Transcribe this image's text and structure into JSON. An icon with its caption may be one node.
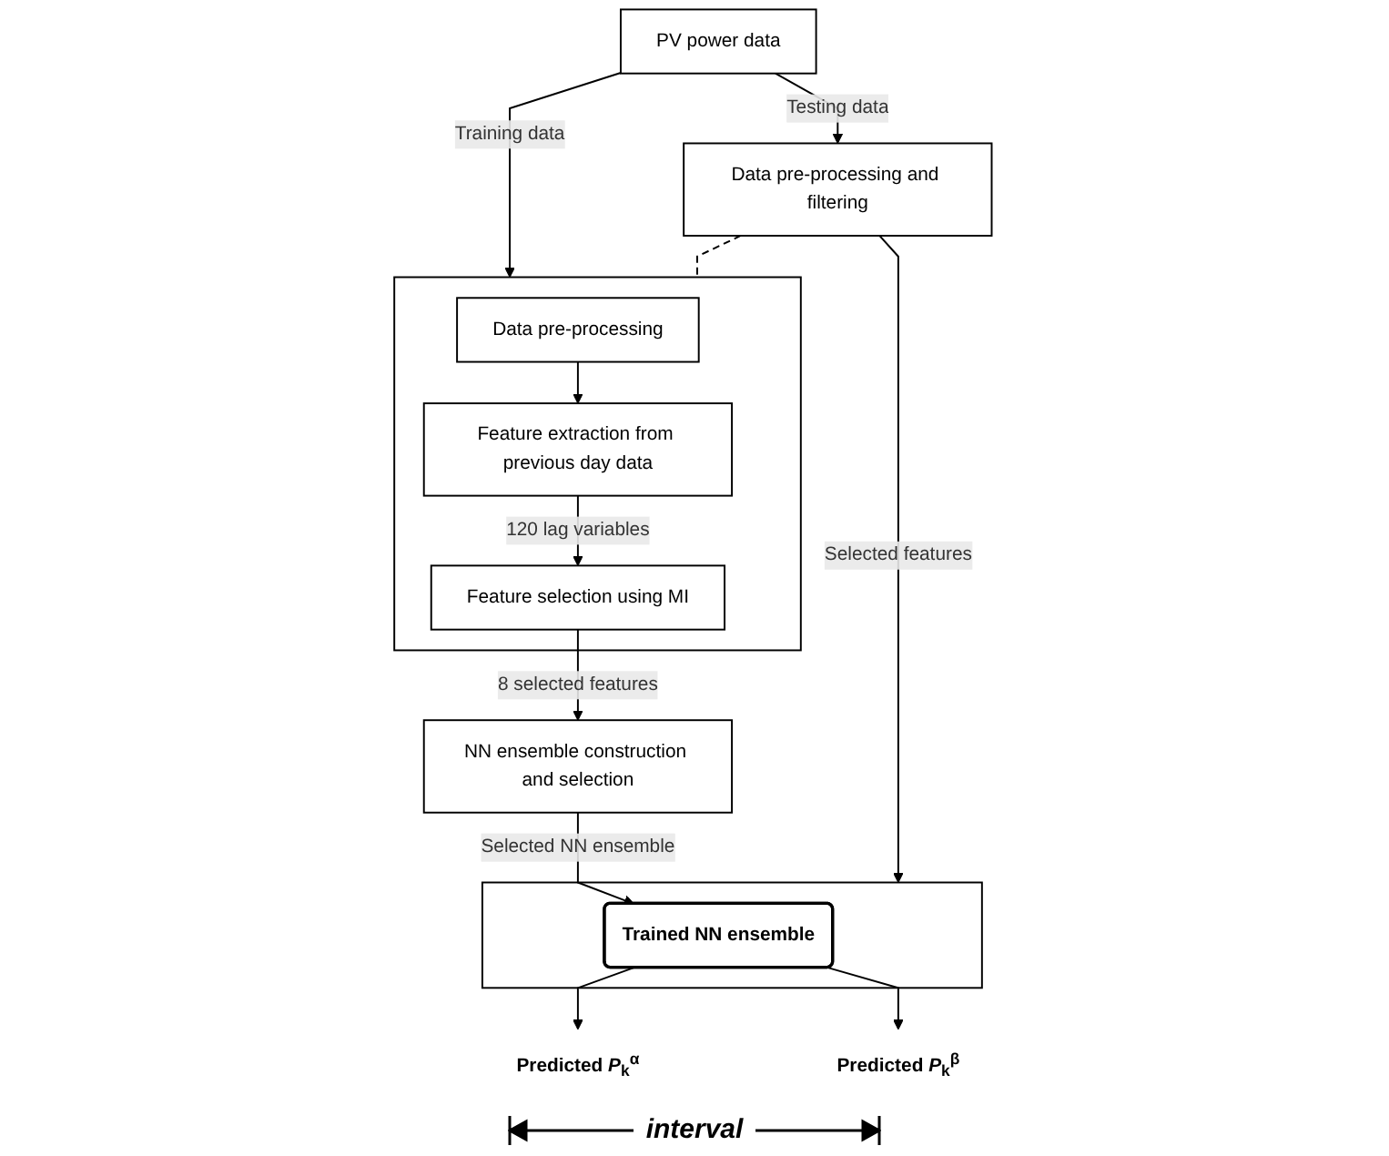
{
  "diagram": {
    "nodes": [
      {
        "text": [
          "PV power data"
        ]
      },
      {
        "text": [
          "Data pre-processing and filtering"
        ]
      },
      {
        "text": [],
        "shape": "box"
      },
      {
        "text": [
          "Data pre-processing"
        ],
        "in": 2
      },
      {
        "text": [
          "Feature extraction from previous day data"
        ],
        "in": 2
      },
      {
        "text": [
          "Feature selection using MI"
        ],
        "in": 2
      },
      {
        "text": [
          "NN ensemble construction and selection"
        ]
      },
      {
        "text": [],
        "shape": "box"
      },
      {
        "text": [
          "Trained NN ensemble"
        ],
        "in": 7
      },
      {
        "text": [
          "Predicted *P*$_{k}$$^{α}$"
        ]
      },
      {
        "text": [
          "Predicted *P*$_{k}$$^{β}$"
        ]
      }
    ],
    "edges": [
      {
        "from": 0,
        "to": 2,
        "arrow": "to",
        "label": "Training data"
      },
      {
        "from": 0,
        "to": 1,
        "arrow": "to",
        "label": "Testing data"
      },
      {
        "from": 1,
        "to": 2,
        "arrow": "none",
        "style": "dashed"
      },
      {
        "from": 3,
        "to": 4,
        "arrow": "to"
      },
      {
        "from": 4,
        "to": 5,
        "arrow": "to",
        "label": "120 lag variables"
      },
      {
        "from": 5,
        "to": 6,
        "arrow": "to",
        "label": "8 selected features"
      },
      {
        "from": 6,
        "to": 8,
        "arrow": "to",
        "label": "Selected NN ensemble"
      },
      {
        "from": 1,
        "to": 7,
        "arrow": "to",
        "label": "Selected features"
      },
      {
        "from": 8,
        "to": 9,
        "arrow": "to"
      },
      {
        "from": 8,
        "to": 10,
        "arrow": "to"
      }
    ],
    "labels": [
      "interval"
    ]
  }
}
